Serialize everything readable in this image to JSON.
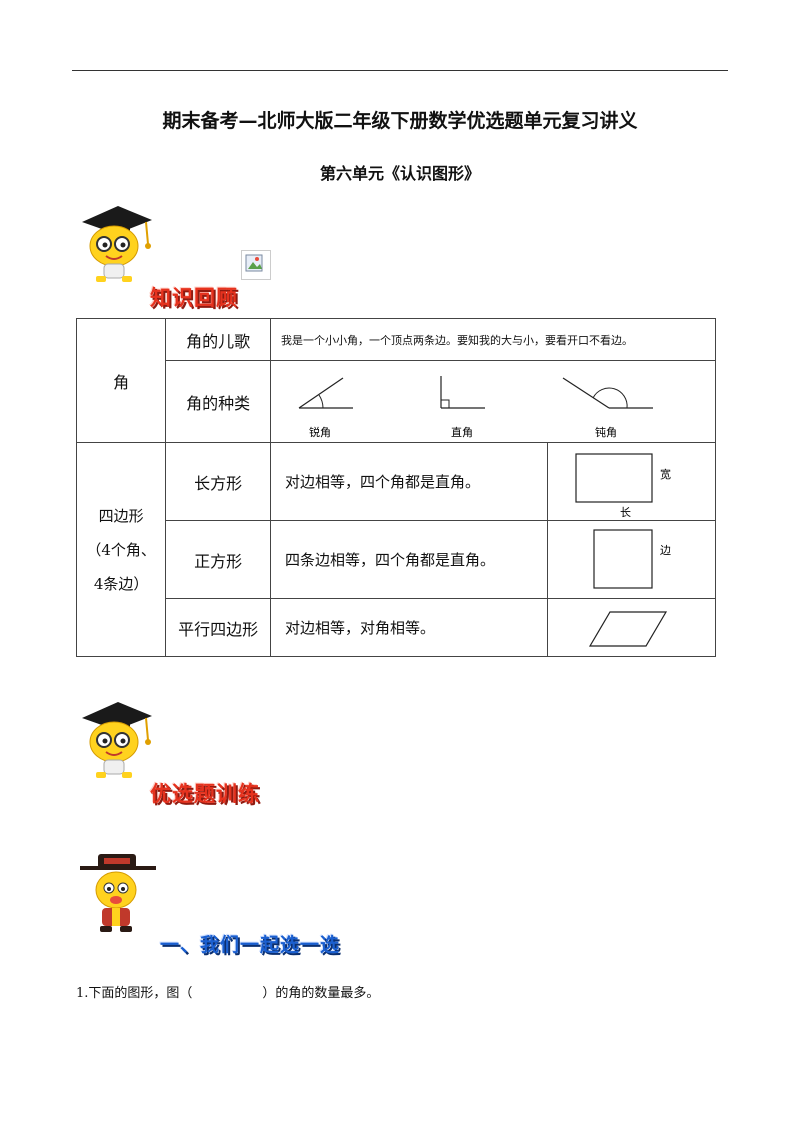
{
  "document": {
    "title": "期末备考—北师大版二年级下册数学优选题单元复习讲义",
    "subtitle": "第六单元《认识图形》"
  },
  "sections": {
    "review_heading": "知识回顾",
    "practice_heading": "优选题训练",
    "part_one_heading": "一、我们一起选一选"
  },
  "table": {
    "angle": {
      "label": "角",
      "poem_label": "角的儿歌",
      "poem_text": "我是一个小小角，一个顶点两条边。要知我的大与小，要看开口不看边。",
      "types_label": "角的种类",
      "types": [
        "锐角",
        "直角",
        "钝角"
      ]
    },
    "quadrilateral": {
      "label_line1": "四边形",
      "label_line2": "（4个角、",
      "label_line3": "4条边）",
      "rows": [
        {
          "name": "长方形",
          "desc": "对边相等，四个角都是直角。",
          "fig_labels": [
            "宽",
            "长"
          ]
        },
        {
          "name": "正方形",
          "desc": "四条边相等，四个角都是直角。",
          "fig_labels": [
            "边"
          ]
        },
        {
          "name": "平行四边形",
          "desc": "对边相等，对角相等。",
          "fig_labels": []
        }
      ]
    }
  },
  "questions": [
    {
      "number": "1.",
      "text_before": "下面的图形，图（",
      "text_after": "）的角的数量最多。"
    }
  ]
}
